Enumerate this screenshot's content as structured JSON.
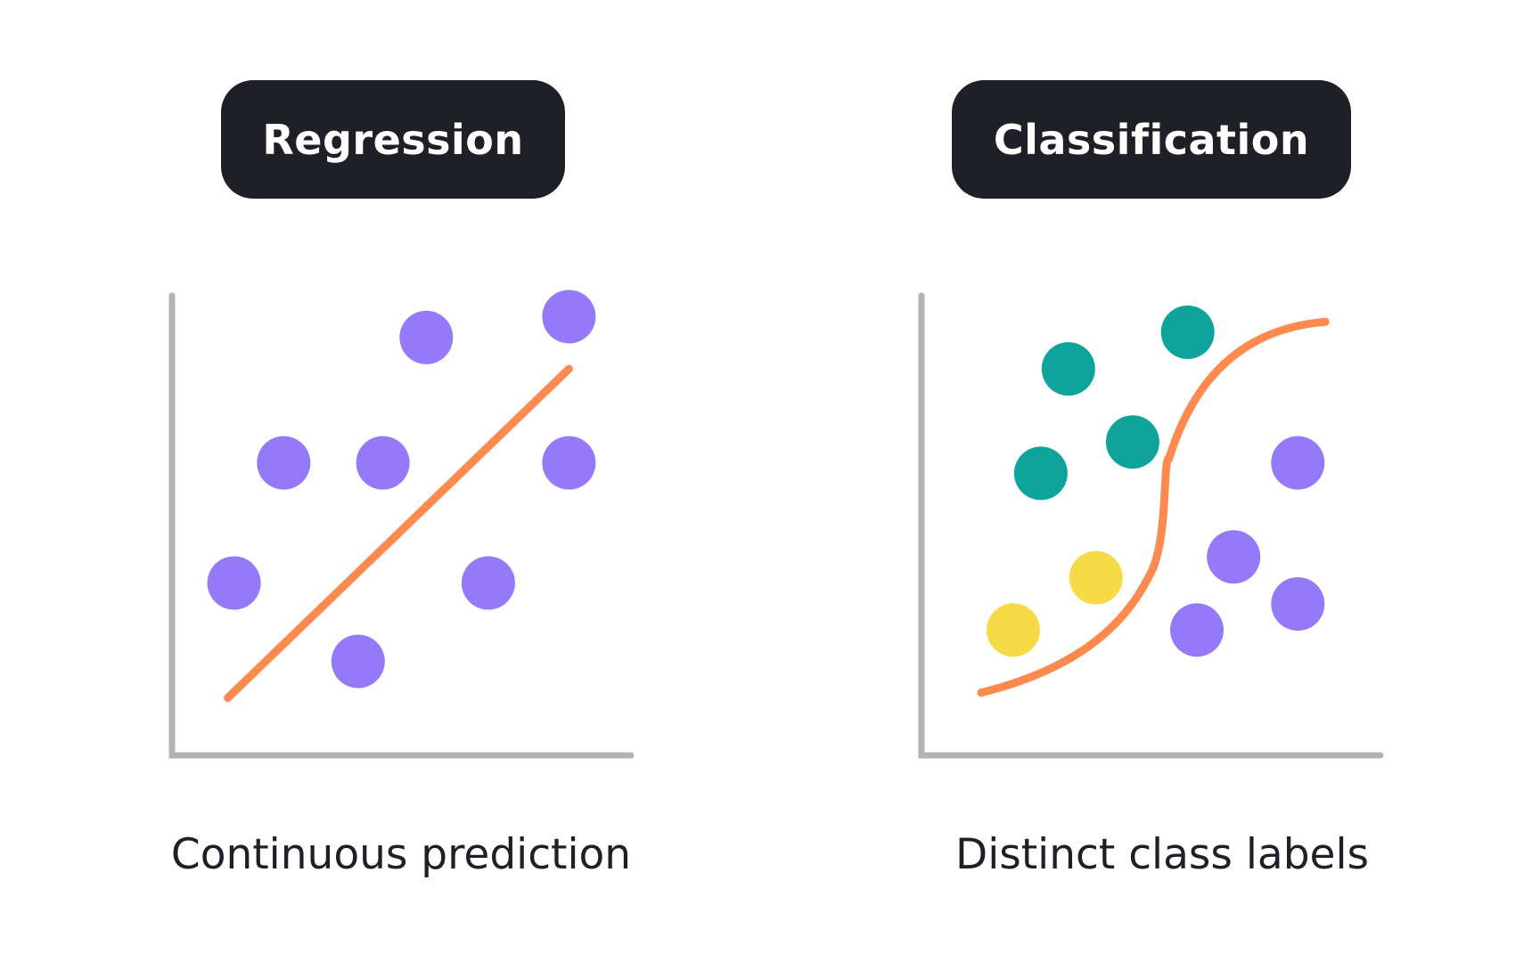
{
  "colors": {
    "background": "#ffffff",
    "pill_bg": "#1f2027",
    "pill_text": "#ffffff",
    "caption_text": "#1f2027",
    "axis": "#b3b3b6",
    "fit_line": "#ff8a50",
    "purple": "#9479fb",
    "teal": "#0fa49b",
    "yellow": "#f7da48"
  },
  "regression": {
    "title": "Regression",
    "caption": "Continuous prediction"
  },
  "classification": {
    "title": "Classification",
    "caption": "Distinct class labels"
  },
  "chart_data": [
    {
      "type": "scatter",
      "points": [
        {
          "x": 1.0,
          "y": 3.3,
          "class": "purple"
        },
        {
          "x": 1.8,
          "y": 5.6,
          "class": "purple"
        },
        {
          "x": 3.0,
          "y": 1.8,
          "class": "purple"
        },
        {
          "x": 3.4,
          "y": 5.6,
          "class": "purple"
        },
        {
          "x": 4.1,
          "y": 8.0,
          "class": "purple"
        },
        {
          "x": 5.1,
          "y": 3.3,
          "class": "purple"
        },
        {
          "x": 6.4,
          "y": 5.6,
          "class": "purple"
        },
        {
          "x": 6.4,
          "y": 8.4,
          "class": "purple"
        }
      ],
      "fit_line": [
        [
          0.9,
          1.1
        ],
        [
          6.4,
          7.4
        ]
      ],
      "xlim": [
        0,
        7.4
      ],
      "ylim": [
        0,
        8.8
      ],
      "grid": false
    },
    {
      "type": "scatter",
      "points": [
        {
          "x": 1.3,
          "y": 5.4,
          "class": "teal"
        },
        {
          "x": 1.6,
          "y": 7.4,
          "class": "teal"
        },
        {
          "x": 2.3,
          "y": 6.0,
          "class": "teal"
        },
        {
          "x": 2.9,
          "y": 8.1,
          "class": "teal"
        },
        {
          "x": 1.0,
          "y": 2.4,
          "class": "yellow"
        },
        {
          "x": 1.9,
          "y": 3.4,
          "class": "yellow"
        },
        {
          "x": 3.0,
          "y": 2.4,
          "class": "purple"
        },
        {
          "x": 3.4,
          "y": 3.8,
          "class": "purple"
        },
        {
          "x": 4.1,
          "y": 2.9,
          "class": "purple"
        },
        {
          "x": 4.1,
          "y": 5.6,
          "class": "purple"
        }
      ],
      "boundary": [
        [
          0.65,
          1.2
        ],
        [
          2.5,
          3.5
        ],
        [
          2.7,
          5.7
        ],
        [
          4.4,
          8.3
        ]
      ],
      "xlim": [
        0,
        5.0
      ],
      "ylim": [
        0,
        8.8
      ],
      "grid": false
    }
  ]
}
